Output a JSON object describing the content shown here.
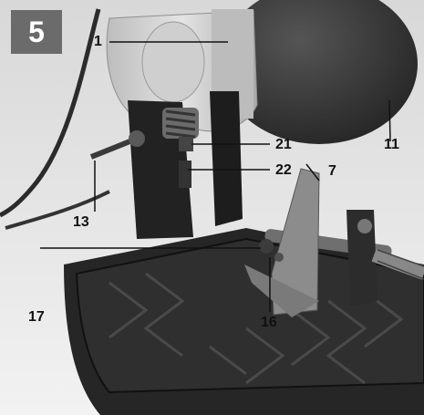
{
  "figure": {
    "number": "5"
  },
  "callouts": {
    "c1": "1",
    "c11": "11",
    "c21": "21",
    "c22": "22",
    "c7": "7",
    "c13": "13",
    "c17": "17",
    "c16": "16"
  },
  "colors": {
    "background": "#e9e9e9",
    "badge": "#6b6b6b",
    "frame": "#1c1c1c",
    "base": "#2a2a2a",
    "guard": "#d2d2d2",
    "disc": "#3d3d3d"
  }
}
